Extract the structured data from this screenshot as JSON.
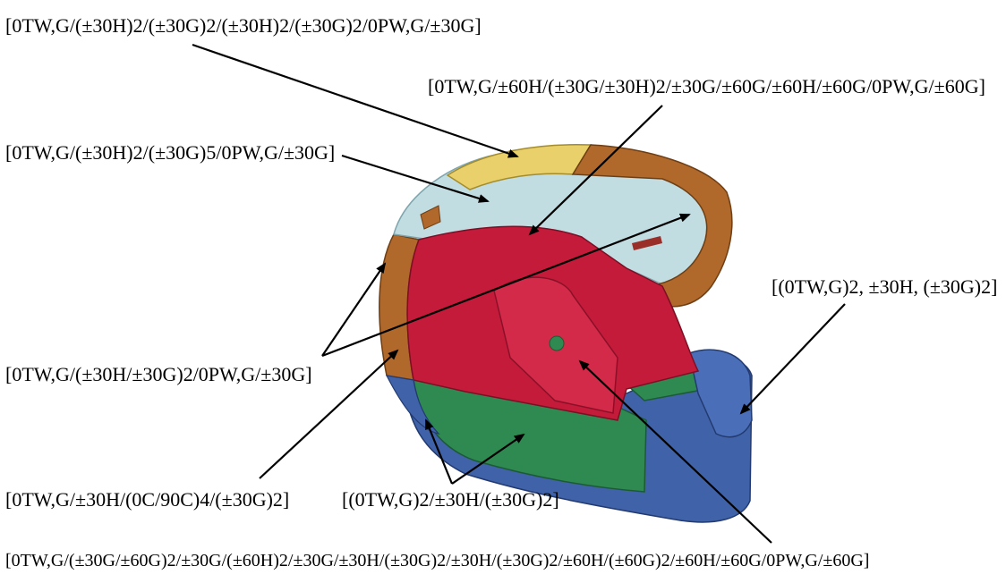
{
  "labels": {
    "top": "[0TW,G/(±30H)2/(±30G)2/(±30H)2/(±30G)2/0PW,G/±30G]",
    "crown": "[0TW,G/±60H/(±30G/±30H)2/±30G/±60G/±60H/±60G/0PW,G/±60G]",
    "upper": "[0TW,G/(±30H)2/(±30G)5/0PW,G/±30G]",
    "chin": "[(0TW,G)2, ±30H, (±30G)2]",
    "side": "[0TW,G/(±30H/±30G)2/0PW,G/±30G]",
    "rear_low": "[0TW,G/±30H/(0C/90C)4/(±30G)2]",
    "green": "[(0TW,G)2/±30H/(±30G)2]",
    "bottom": "[0TW,G/(±30G/±60G)2/±30G/(±60H)2/±30G/±30H/(±30G)2/±30H/(±30G)2/±60H/(±60G)2/±60H/±60G/0PW,G/±60G]"
  },
  "colors": {
    "yellow": "#e9d06a",
    "light_blue": "#c2dde2",
    "brown": "#b0692a",
    "red": "#c41b3a",
    "green": "#2f8a52",
    "blue": "#3f62a8"
  }
}
